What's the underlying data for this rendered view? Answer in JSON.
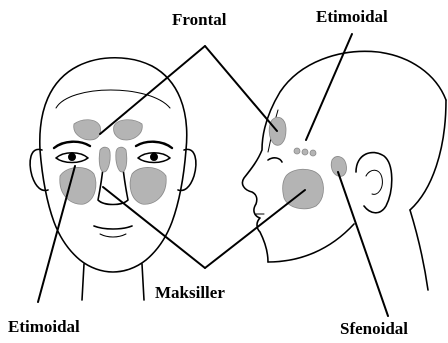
{
  "labels": {
    "frontal": "Frontal",
    "etimoidal_top": "Etimoidal",
    "maksiller": "Maksiller",
    "etimoidal_bottom": "Etimoidal",
    "sfenoidal": "Sfenoidal"
  },
  "colors": {
    "sinus_fill": "#b4b4b4",
    "outline": "#000000",
    "background": "#ffffff"
  }
}
